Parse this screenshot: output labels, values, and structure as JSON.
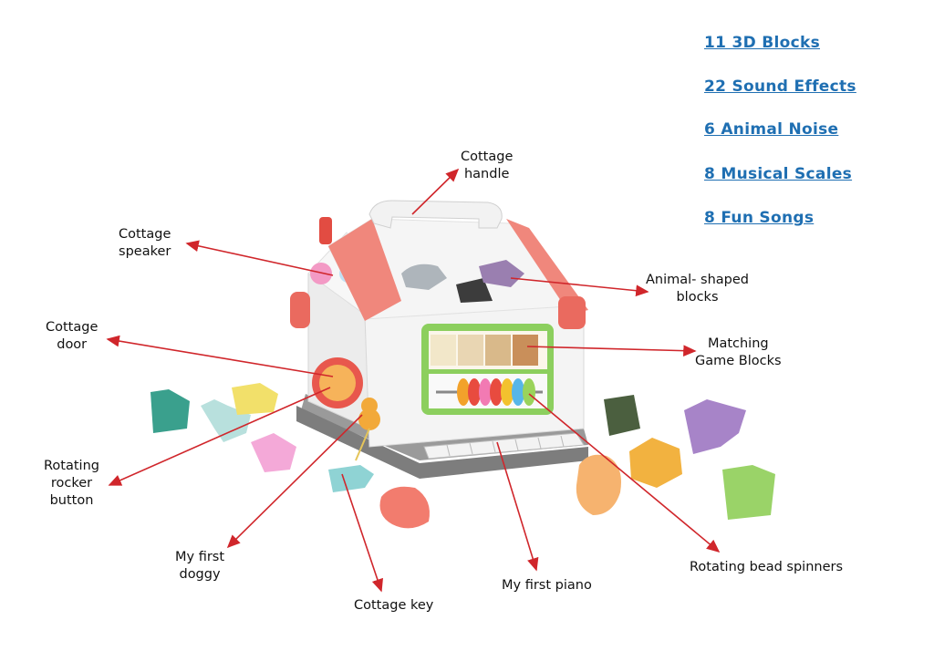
{
  "features": [
    "11 3D Blocks",
    "22 Sound Effects",
    "6 Animal Noise",
    "8 Musical Scales",
    "8 Fun Songs"
  ],
  "labels": {
    "handle": [
      "Cottage",
      "handle"
    ],
    "speaker": [
      "Cottage",
      "speaker"
    ],
    "door": [
      "Cottage",
      "door"
    ],
    "animal_blocks": [
      "Animal- shaped",
      "blocks"
    ],
    "matching": [
      "Matching",
      "Game Blocks"
    ],
    "rocker": [
      "Rotating",
      "rocker",
      "button"
    ],
    "doggy": [
      "My first",
      "doggy"
    ],
    "key": [
      "Cottage key"
    ],
    "piano": [
      "My first piano"
    ],
    "beads": [
      "Rotating bead spinners"
    ]
  },
  "colors": {
    "feature_text": "#1f6fb2",
    "arrow": "#d0262b",
    "roof": "#f0877c",
    "house": "#f4f4f4",
    "base": "#8a8a8a"
  }
}
